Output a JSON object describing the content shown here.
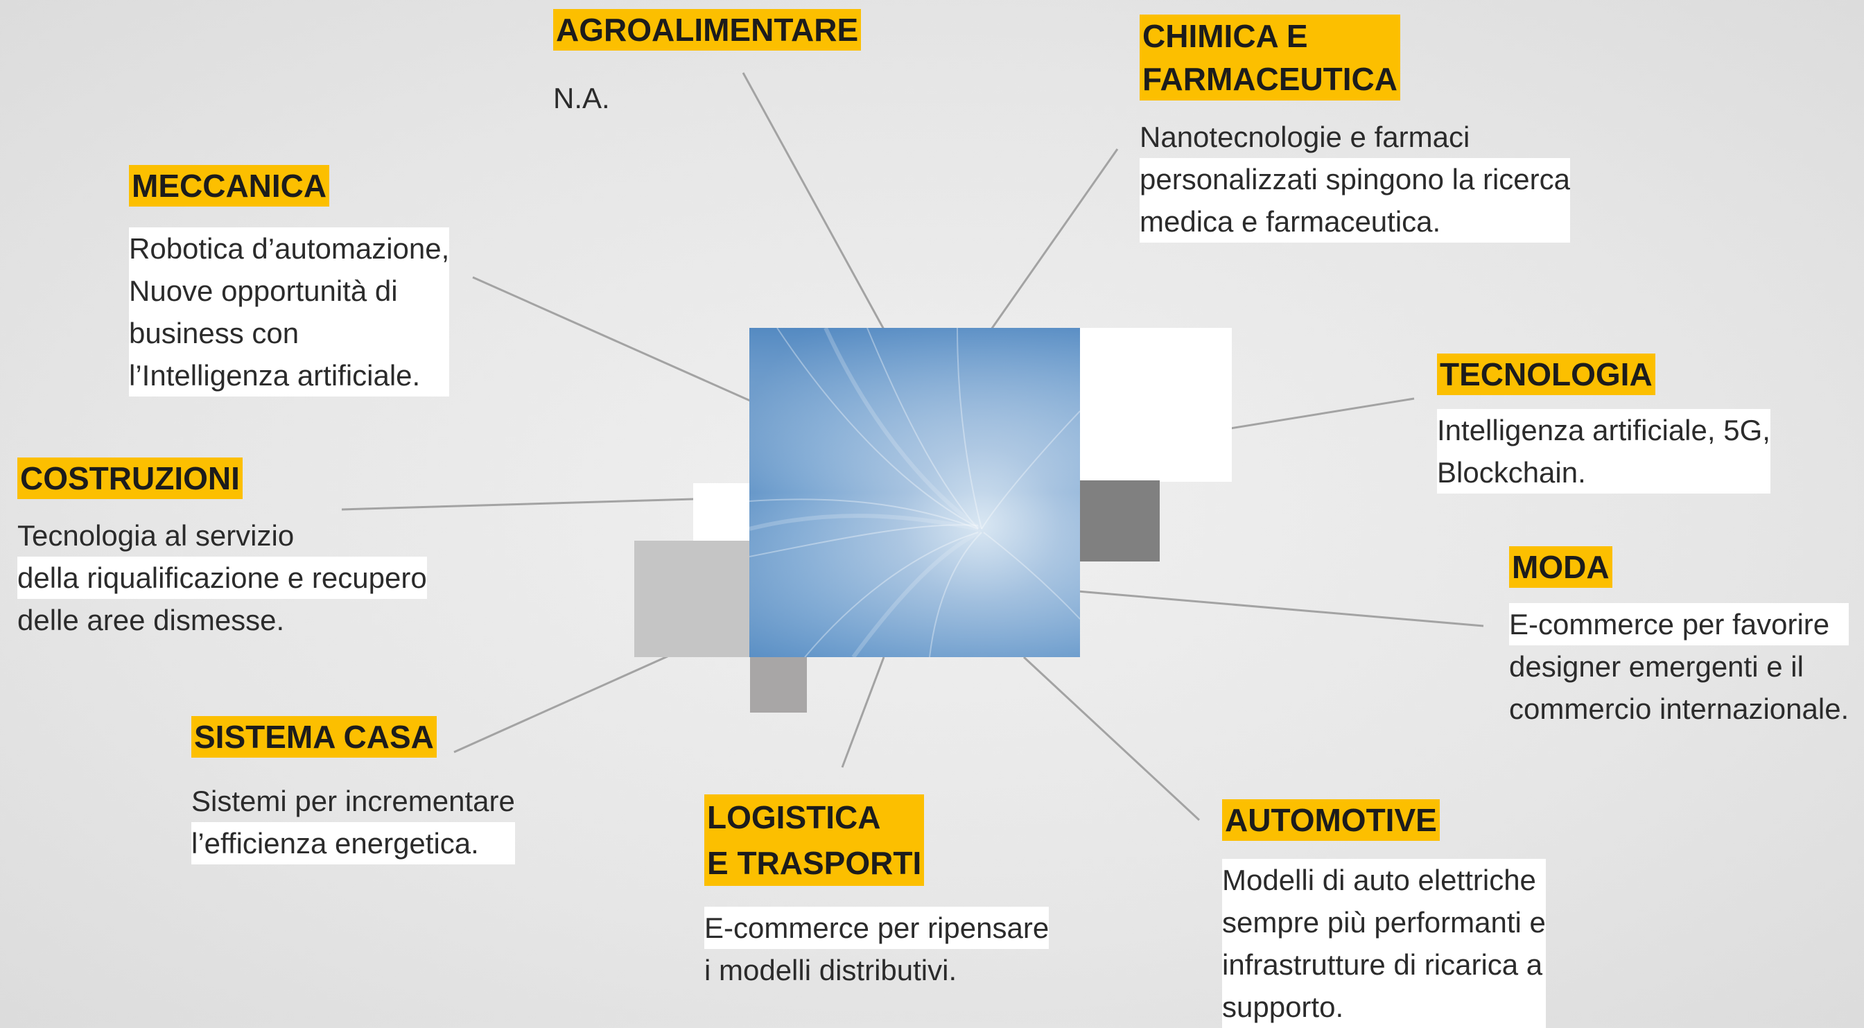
{
  "center": {
    "image": "blue-light-tunnel",
    "colors": {
      "accent": "#fcbf00",
      "image_blue": "#6c9ccc",
      "white_block": "#ffffff",
      "gray_light": "#c5c5c5",
      "gray_mid": "#808080",
      "gray_small": "#a8a6a6"
    }
  },
  "sectors": {
    "agroalimentare": {
      "title": [
        "AGROALIMENTARE"
      ],
      "desc": [
        "N.A."
      ]
    },
    "chimica": {
      "title": [
        "CHIMICA E",
        "FARMACEUTICA"
      ],
      "desc": [
        "Nanotecnologie e farmaci",
        "personalizzati spingono la ricerca",
        "medica e farmaceutica."
      ]
    },
    "meccanica": {
      "title": [
        "MECCANICA"
      ],
      "desc": [
        "Robotica d’automazione,",
        "Nuove opportunità di",
        "business con",
        "l’Intelligenza artificiale."
      ]
    },
    "tecnologia": {
      "title": [
        "TECNOLOGIA"
      ],
      "desc": [
        "Intelligenza artificiale, 5G,",
        "Blockchain."
      ]
    },
    "costruzioni": {
      "title": [
        "COSTRUZIONI"
      ],
      "desc": [
        "Tecnologia al servizio",
        "della riqualificazione e recupero",
        "delle aree dismesse."
      ]
    },
    "moda": {
      "title": [
        "MODA"
      ],
      "desc": [
        "E-commerce per favorire",
        "designer emergenti e il",
        "commercio internazionale."
      ]
    },
    "sistema_casa": {
      "title": [
        "SISTEMA CASA"
      ],
      "desc": [
        "Sistemi per incrementare",
        "l’efficienza energetica."
      ]
    },
    "logistica": {
      "title": [
        "LOGISTICA",
        "E TRASPORTI"
      ],
      "desc": [
        "E-commerce per ripensare",
        "i modelli distributivi."
      ]
    },
    "automotive": {
      "title": [
        "AUTOMOTIVE"
      ],
      "desc": [
        "Modelli di auto elettriche",
        "sempre più performanti e",
        "infrastrutture di ricarica a",
        "supporto."
      ]
    }
  }
}
